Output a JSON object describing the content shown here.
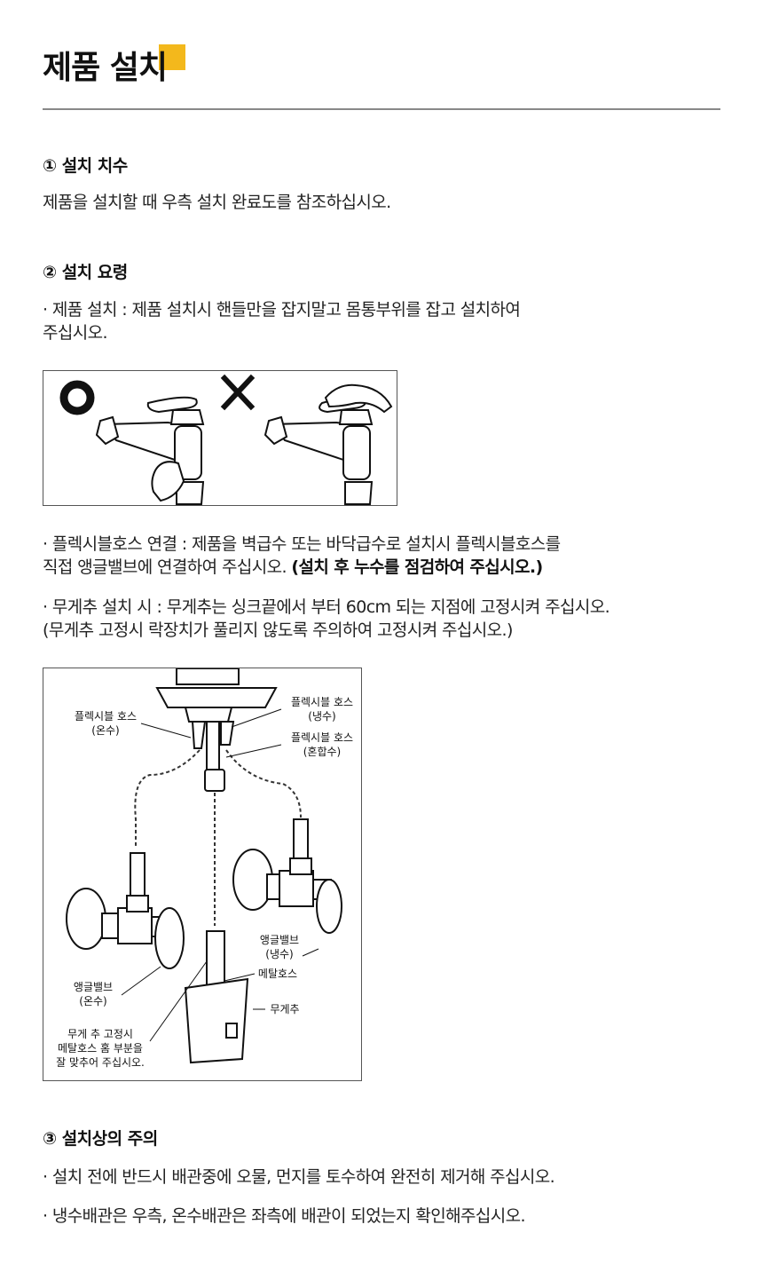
{
  "header": {
    "title": "제품 설치"
  },
  "sections": {
    "s1": {
      "heading": "① 설치 치수",
      "text": "제품을 설치할 때 우측 설치 완료도를 참조하십시오."
    },
    "s2": {
      "heading": "② 설치 요령",
      "text1_line1": "· 제품 설치 : 제품 설치시 핸들만을 잡지말고 몸통부위를 잡고 설치하여",
      "text1_line2": "주십시오.",
      "text2_line1": "· 플렉시블호스 연결 : 제품을 벽급수 또는 바닥급수로 설치시 플렉시블호스를",
      "text2_line2_plain": "직접 앵글밸브에 연결하여 주십시오. ",
      "text2_line2_bold": "(설치 후 누수를 점검하여 주십시오.)",
      "text3_line1": "· 무게추 설치 시 : 무게추는 싱크끝에서 부터 60cm 되는 지점에 고정시켜 주십시오.",
      "text3_line2": "(무게추 고정시 락장치가 풀리지 않도록 주의하여 고정시켜 주십시오.)"
    },
    "s3": {
      "heading": "③ 설치상의 주의",
      "text1": "· 설치 전에 반드시 배관중에 오물, 먼지를 토수하여 완전히 제거해 주십시오.",
      "text2": "· 냉수배관은 우측, 온수배관은 좌측에 배관이 되었는지 확인해주십시오."
    }
  },
  "figure2": {
    "label_hot_hose_1": "플렉시블 호스",
    "label_hot_hose_2": "(온수)",
    "label_cold_hose_1": "플렉시블 호스",
    "label_cold_hose_2": "(냉수)",
    "label_mix_hose_1": "플렉시블 호스",
    "label_mix_hose_2": "(혼합수)",
    "label_cold_valve_1": "앵글밸브",
    "label_cold_valve_2": "(냉수)",
    "label_metal_hose": "메탈호스",
    "label_hot_valve_1": "앵글밸브",
    "label_hot_valve_2": "(온수)",
    "label_weight": "무게추",
    "note_1": "무게 추 고정시",
    "note_2": "메탈호스 홈 부분을",
    "note_3": "잘 맞추어 주십시오."
  }
}
